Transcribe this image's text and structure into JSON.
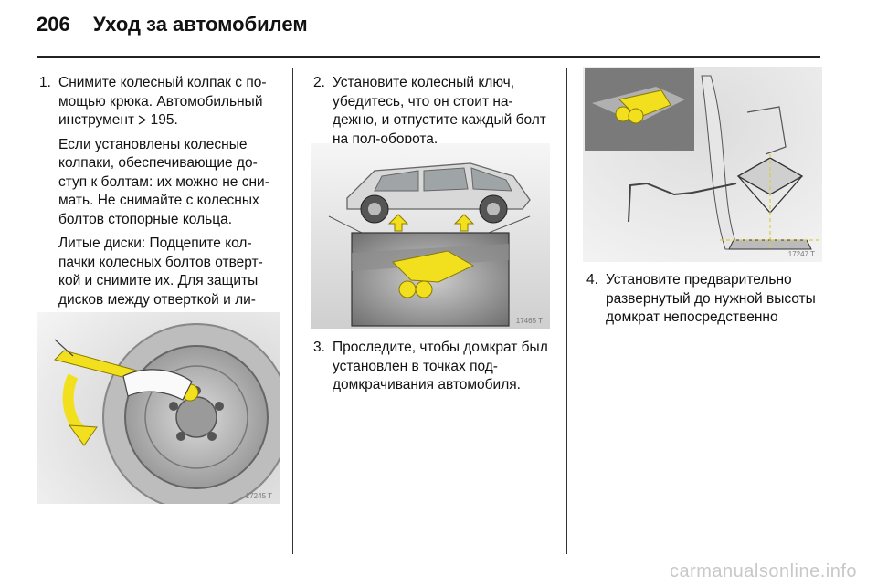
{
  "header": {
    "page_number": "206",
    "title": "Уход за автомобилем"
  },
  "col1": {
    "step_number": "1.",
    "step_text": "Снимите колесный колпак с по-мощью крюка. Автомобильный инструмент",
    "ref_icon": "arrow-ref-icon",
    "ref_page": "195.",
    "para1": "Если установлены колесные колпаки, обеспечивающие до-ступ к болтам: их можно не сни-мать. Не снимайте с колесных болтов стопорные кольца.",
    "para2": "Литые диски: Подцепите кол-пачки колесных болтов отверт-кой и снимите их. Для защиты дисков между отверткой и ли-тым диском проложите мягкую ткань.",
    "figure_code": "17245 T"
  },
  "col2": {
    "step2_number": "2.",
    "step2_text": "Установите колесный ключ, убедитесь, что он стоит на-дежно, и отпустите каждый болт на пол-оборота.",
    "figure_code": "17465 T",
    "step3_number": "3.",
    "step3_text": "Проследите, чтобы домкрат был установлен в точках под-домкрачивания автомобиля."
  },
  "col3": {
    "figure_code": "17247 T",
    "step4_number": "4.",
    "step4_text": "Установите предварительно развернутый до нужной высоты домкрат непосредственно"
  },
  "footer": {
    "watermark": "carmanualsonline.info"
  },
  "colors": {
    "accent_yellow": "#f2e01e",
    "rule": "#222222",
    "watermark": "#c8c8c8"
  }
}
